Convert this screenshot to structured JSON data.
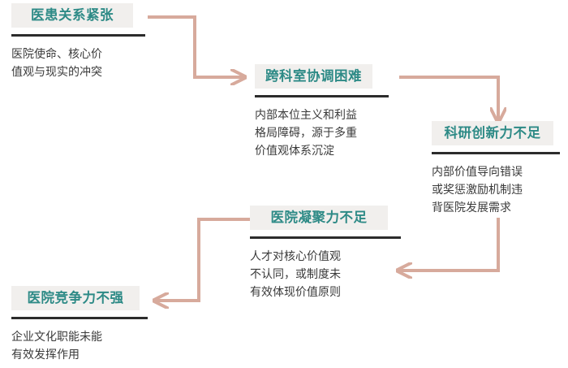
{
  "nodes": [
    {
      "title": "医患关系紧张",
      "lines": [
        "医院使命、核心价",
        "值观与现实的冲突"
      ]
    },
    {
      "title": "跨科室协调困难",
      "lines": [
        "内部本位主义和利益",
        "格局障碍，源于多重",
        "价值观体系沉淀"
      ]
    },
    {
      "title": "科研创新力不足",
      "lines": [
        "内部价值导向错误",
        "或奖惩激励机制违",
        "背医院发展需求"
      ]
    },
    {
      "title": "医院凝聚力不足",
      "lines": [
        "人才对核心价值观",
        "不认同，或制度未",
        "有效体现价值原则"
      ]
    },
    {
      "title": "医院竞争力不强",
      "lines": [
        "企业文化职能未能",
        "有效发挥作用"
      ]
    }
  ],
  "colors": {
    "title_text": "#2d8a86",
    "title_bg": "#f1efed",
    "bar": "#2c2c2c",
    "arrow": "#d7aa9c",
    "body_text": "#3a3a3a"
  }
}
